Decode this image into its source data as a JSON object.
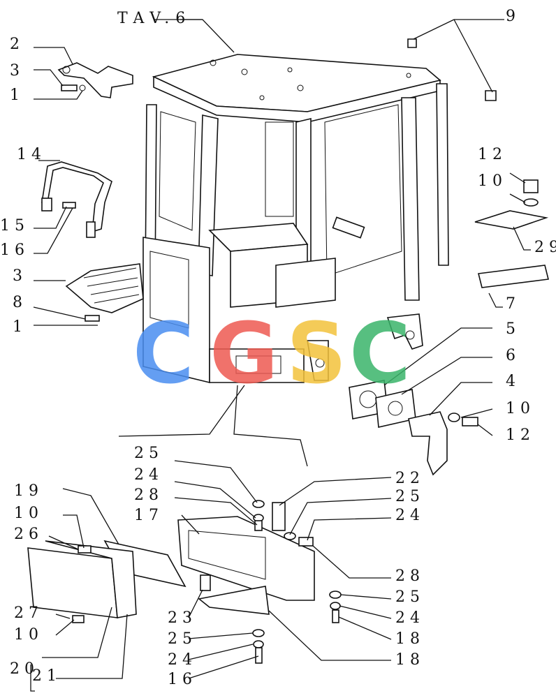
{
  "title": "TAV.6",
  "watermark": {
    "letters": [
      "C",
      "G",
      "S",
      "C"
    ],
    "colors": [
      "#4a8ef0",
      "#ee5a52",
      "#f3c23c",
      "#3ab56a"
    ]
  },
  "callouts": [
    "2",
    "3",
    "1",
    "9",
    "14",
    "12",
    "10",
    "29",
    "15",
    "16",
    "3",
    "8",
    "1",
    "7",
    "5",
    "6",
    "4",
    "10",
    "12",
    "25",
    "24",
    "28",
    "17",
    "22",
    "25",
    "24",
    "19",
    "10",
    "26",
    "28",
    "25",
    "24",
    "27",
    "10",
    "23",
    "18",
    "25",
    "24",
    "18",
    "16",
    "20",
    "21"
  ]
}
